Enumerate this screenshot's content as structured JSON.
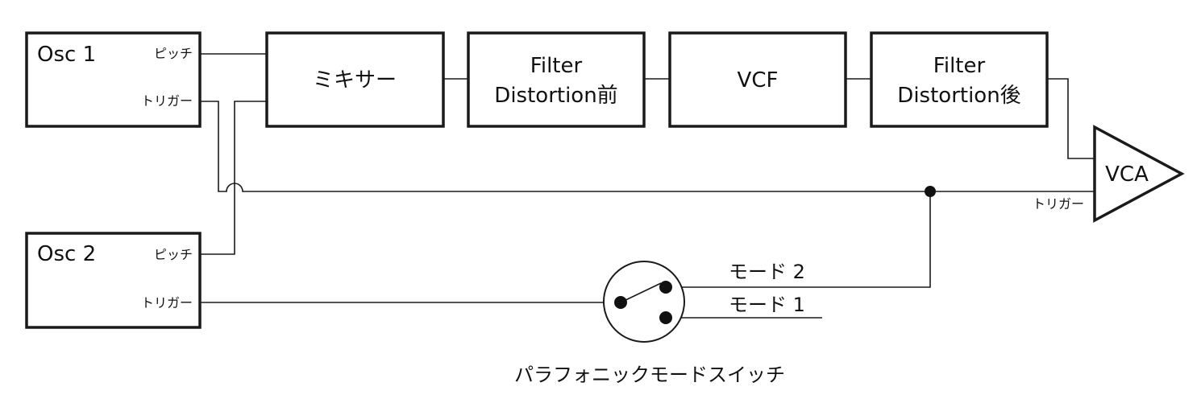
{
  "oscillators": [
    {
      "name": "Osc 1",
      "port_pitch": "ピッチ",
      "port_trigger": "トリガー"
    },
    {
      "name": "Osc 2",
      "port_pitch": "ピッチ",
      "port_trigger": "トリガー"
    }
  ],
  "chain": {
    "mixer": "ミキサー",
    "filter_pre": [
      "Filter",
      "Distortion前"
    ],
    "vcf": "VCF",
    "filter_post": [
      "Filter",
      "Distortion後"
    ]
  },
  "vca": {
    "label": "VCA",
    "port_trigger": "トリガー"
  },
  "switch": {
    "mode2": "モード 2",
    "mode1": "モード 1",
    "caption": "パラフォニックモードスイッチ"
  }
}
